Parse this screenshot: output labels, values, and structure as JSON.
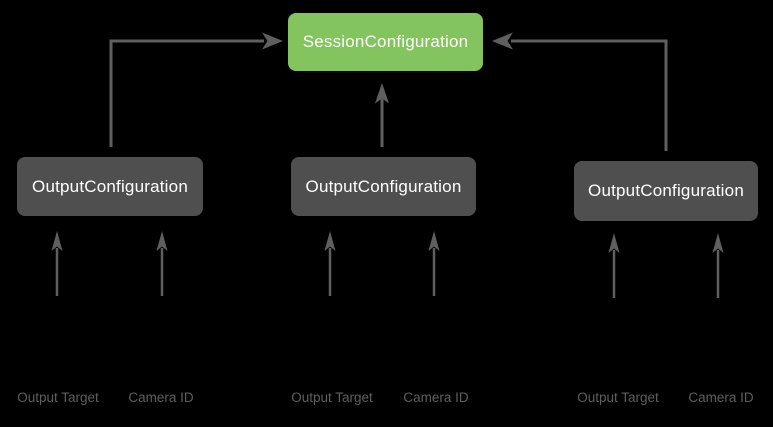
{
  "diagram": {
    "title": "SessionConfiguration diagram",
    "session": {
      "label": "SessionConfiguration"
    },
    "outputs": [
      {
        "label": "OutputConfiguration",
        "inputs": [
          "Output Target",
          "Camera ID"
        ]
      },
      {
        "label": "OutputConfiguration",
        "inputs": [
          "Output Target",
          "Camera ID"
        ]
      },
      {
        "label": "OutputConfiguration",
        "inputs": [
          "Output Target",
          "Camera ID"
        ]
      }
    ]
  },
  "colors": {
    "background": "#000000",
    "session_box": "#84c45e",
    "output_box": "#4f4f4f",
    "arrow": "#5f5f5f",
    "label_text": "#5f5f5f",
    "box_text": "#ffffff"
  }
}
